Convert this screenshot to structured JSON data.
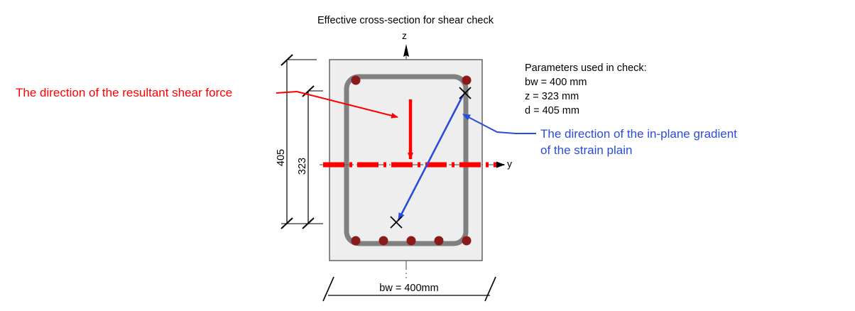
{
  "title": "Effective cross-section for shear check",
  "axes": {
    "vertical_label": "z",
    "horizontal_label": "y"
  },
  "parameters": {
    "heading": "Parameters used in check:",
    "lines": [
      "bw = 400 mm",
      "z = 323 mm",
      "d = 405 mm"
    ]
  },
  "dimensions": {
    "outer_vertical": "405",
    "inner_vertical": "323",
    "bottom_horizontal": "bw = 400mm"
  },
  "annotations": {
    "red_label": "The direction of the resultant shear force",
    "blue_label_line1": "The direction of the in-plane gradient",
    "blue_label_line2": "of the strain plain"
  },
  "colors": {
    "shear_force_red": "#ff0000",
    "strain_gradient_blue": "#2b4cdb",
    "rebar_dark_red": "#8b1a1a",
    "stirrup_gray": "#808080",
    "section_fill": "#eeeeee",
    "section_border": "#595959",
    "axis_gray": "#666666",
    "text_black": "#000000"
  },
  "section": {
    "rebar_top_count": 2,
    "rebar_bottom_count": 5
  },
  "markers": {
    "upper_cross": "x-marker",
    "lower_cross": "x-marker"
  }
}
